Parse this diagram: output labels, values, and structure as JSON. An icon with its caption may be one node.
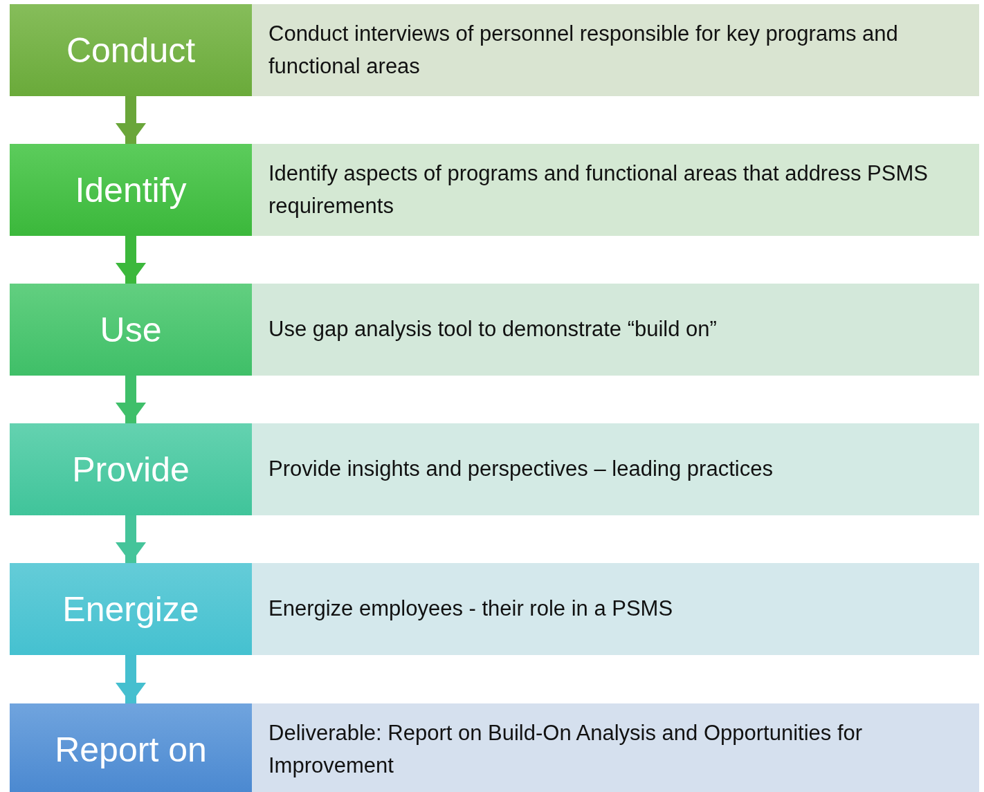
{
  "diagram": {
    "nodes": [
      {
        "text": [
          "Conduct"
        ]
      },
      {
        "text": [
          "Conduct interviews of personnel responsible for key programs and functional areas"
        ]
      },
      {
        "text": [
          "Identify"
        ]
      },
      {
        "text": [
          "Identify aspects of programs and functional areas that address PSMS requirements"
        ]
      },
      {
        "text": [
          "Use"
        ]
      },
      {
        "text": [
          "Use gap analysis tool to demonstrate “build on”"
        ]
      },
      {
        "text": [
          "Provide"
        ]
      },
      {
        "text": [
          "Provide insights and perspectives – leading practices"
        ]
      },
      {
        "text": [
          "Energize"
        ]
      },
      {
        "text": [
          "Energize employees - their role in a PSMS"
        ]
      },
      {
        "text": [
          "Report on"
        ]
      },
      {
        "text": [
          "Deliverable: Report on Build-On Analysis and Opportunities for Improvement"
        ]
      }
    ],
    "edges": [
      {
        "from": 0,
        "to": 2,
        "arrow": "to",
        "color": "#6aa63a"
      },
      {
        "from": 2,
        "to": 4,
        "arrow": "to",
        "color": "#3cb83c"
      },
      {
        "from": 4,
        "to": 6,
        "arrow": "to",
        "color": "#3fbf6a"
      },
      {
        "from": 6,
        "to": 8,
        "arrow": "to",
        "color": "#45c49a"
      },
      {
        "from": 8,
        "to": 10,
        "arrow": "to",
        "color": "#45bfcf"
      }
    ]
  }
}
